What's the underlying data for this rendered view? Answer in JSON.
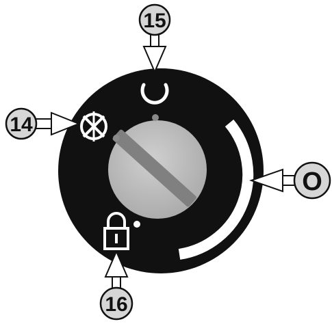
{
  "callouts": {
    "c15": "15",
    "c14": "14",
    "cO": "O",
    "c16": "16"
  },
  "colors": {
    "dial": "#111111",
    "knob": "#bdbdbd",
    "knob_slot": "#808080",
    "callout_fill": "#d6d6d6",
    "stroke": "#111111",
    "symbol": "#ffffff"
  },
  "symbols": {
    "top": "run-circle-symbol",
    "left": "start-crossed-circle-symbol",
    "bottom": "padlock-symbol"
  }
}
